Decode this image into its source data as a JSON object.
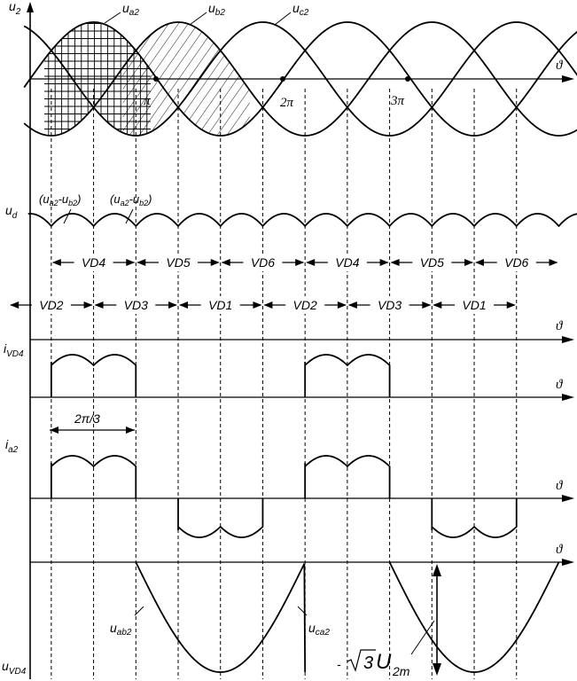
{
  "axis_symbol": "ϑ",
  "top": {
    "ylabel_main": "u",
    "ylabel_sub": "2",
    "curve_ua2_main": "u",
    "curve_ua2_sub": "a2",
    "curve_ub2_main": "u",
    "curve_ub2_sub": "b2",
    "curve_uc2_main": "u",
    "curve_uc2_sub": "c2",
    "tick_pi": "π",
    "tick_2pi": "2π",
    "tick_3pi": "3π"
  },
  "ud": {
    "ylabel_main": "u",
    "ylabel_sub": "d",
    "ann1": "(ua2-ub2)",
    "ann1_a": "(u",
    "ann1_b": "a2",
    "ann1_c": "-u",
    "ann1_d": "b2",
    "ann1_e": ")",
    "ann2_a": "(u",
    "ann2_b": "a2",
    "ann2_c": "-u",
    "ann2_d": "b2",
    "ann2_e": ")"
  },
  "cathode_row": [
    "VD4",
    "VD5",
    "VD6",
    "VD4",
    "VD5",
    "VD6"
  ],
  "anode_row": [
    "VD2",
    "VD3",
    "VD1",
    "VD2",
    "VD3",
    "VD1"
  ],
  "ivd4": {
    "ylabel_main": "i",
    "ylabel_sub": "VD4",
    "interval_label": "2π/3"
  },
  "ia2": {
    "ylabel_main": "i",
    "ylabel_sub": "a2"
  },
  "uvd4": {
    "ylabel_main": "u",
    "ylabel_sub": "VD4",
    "label_uab_main": "u",
    "label_uab_sub": "ab2",
    "label_uca_main": "u",
    "label_uca_sub": "ca2",
    "amp_prefix": "- ",
    "amp_root": "3",
    "amp_U": "U",
    "amp_sub": "2m"
  }
}
